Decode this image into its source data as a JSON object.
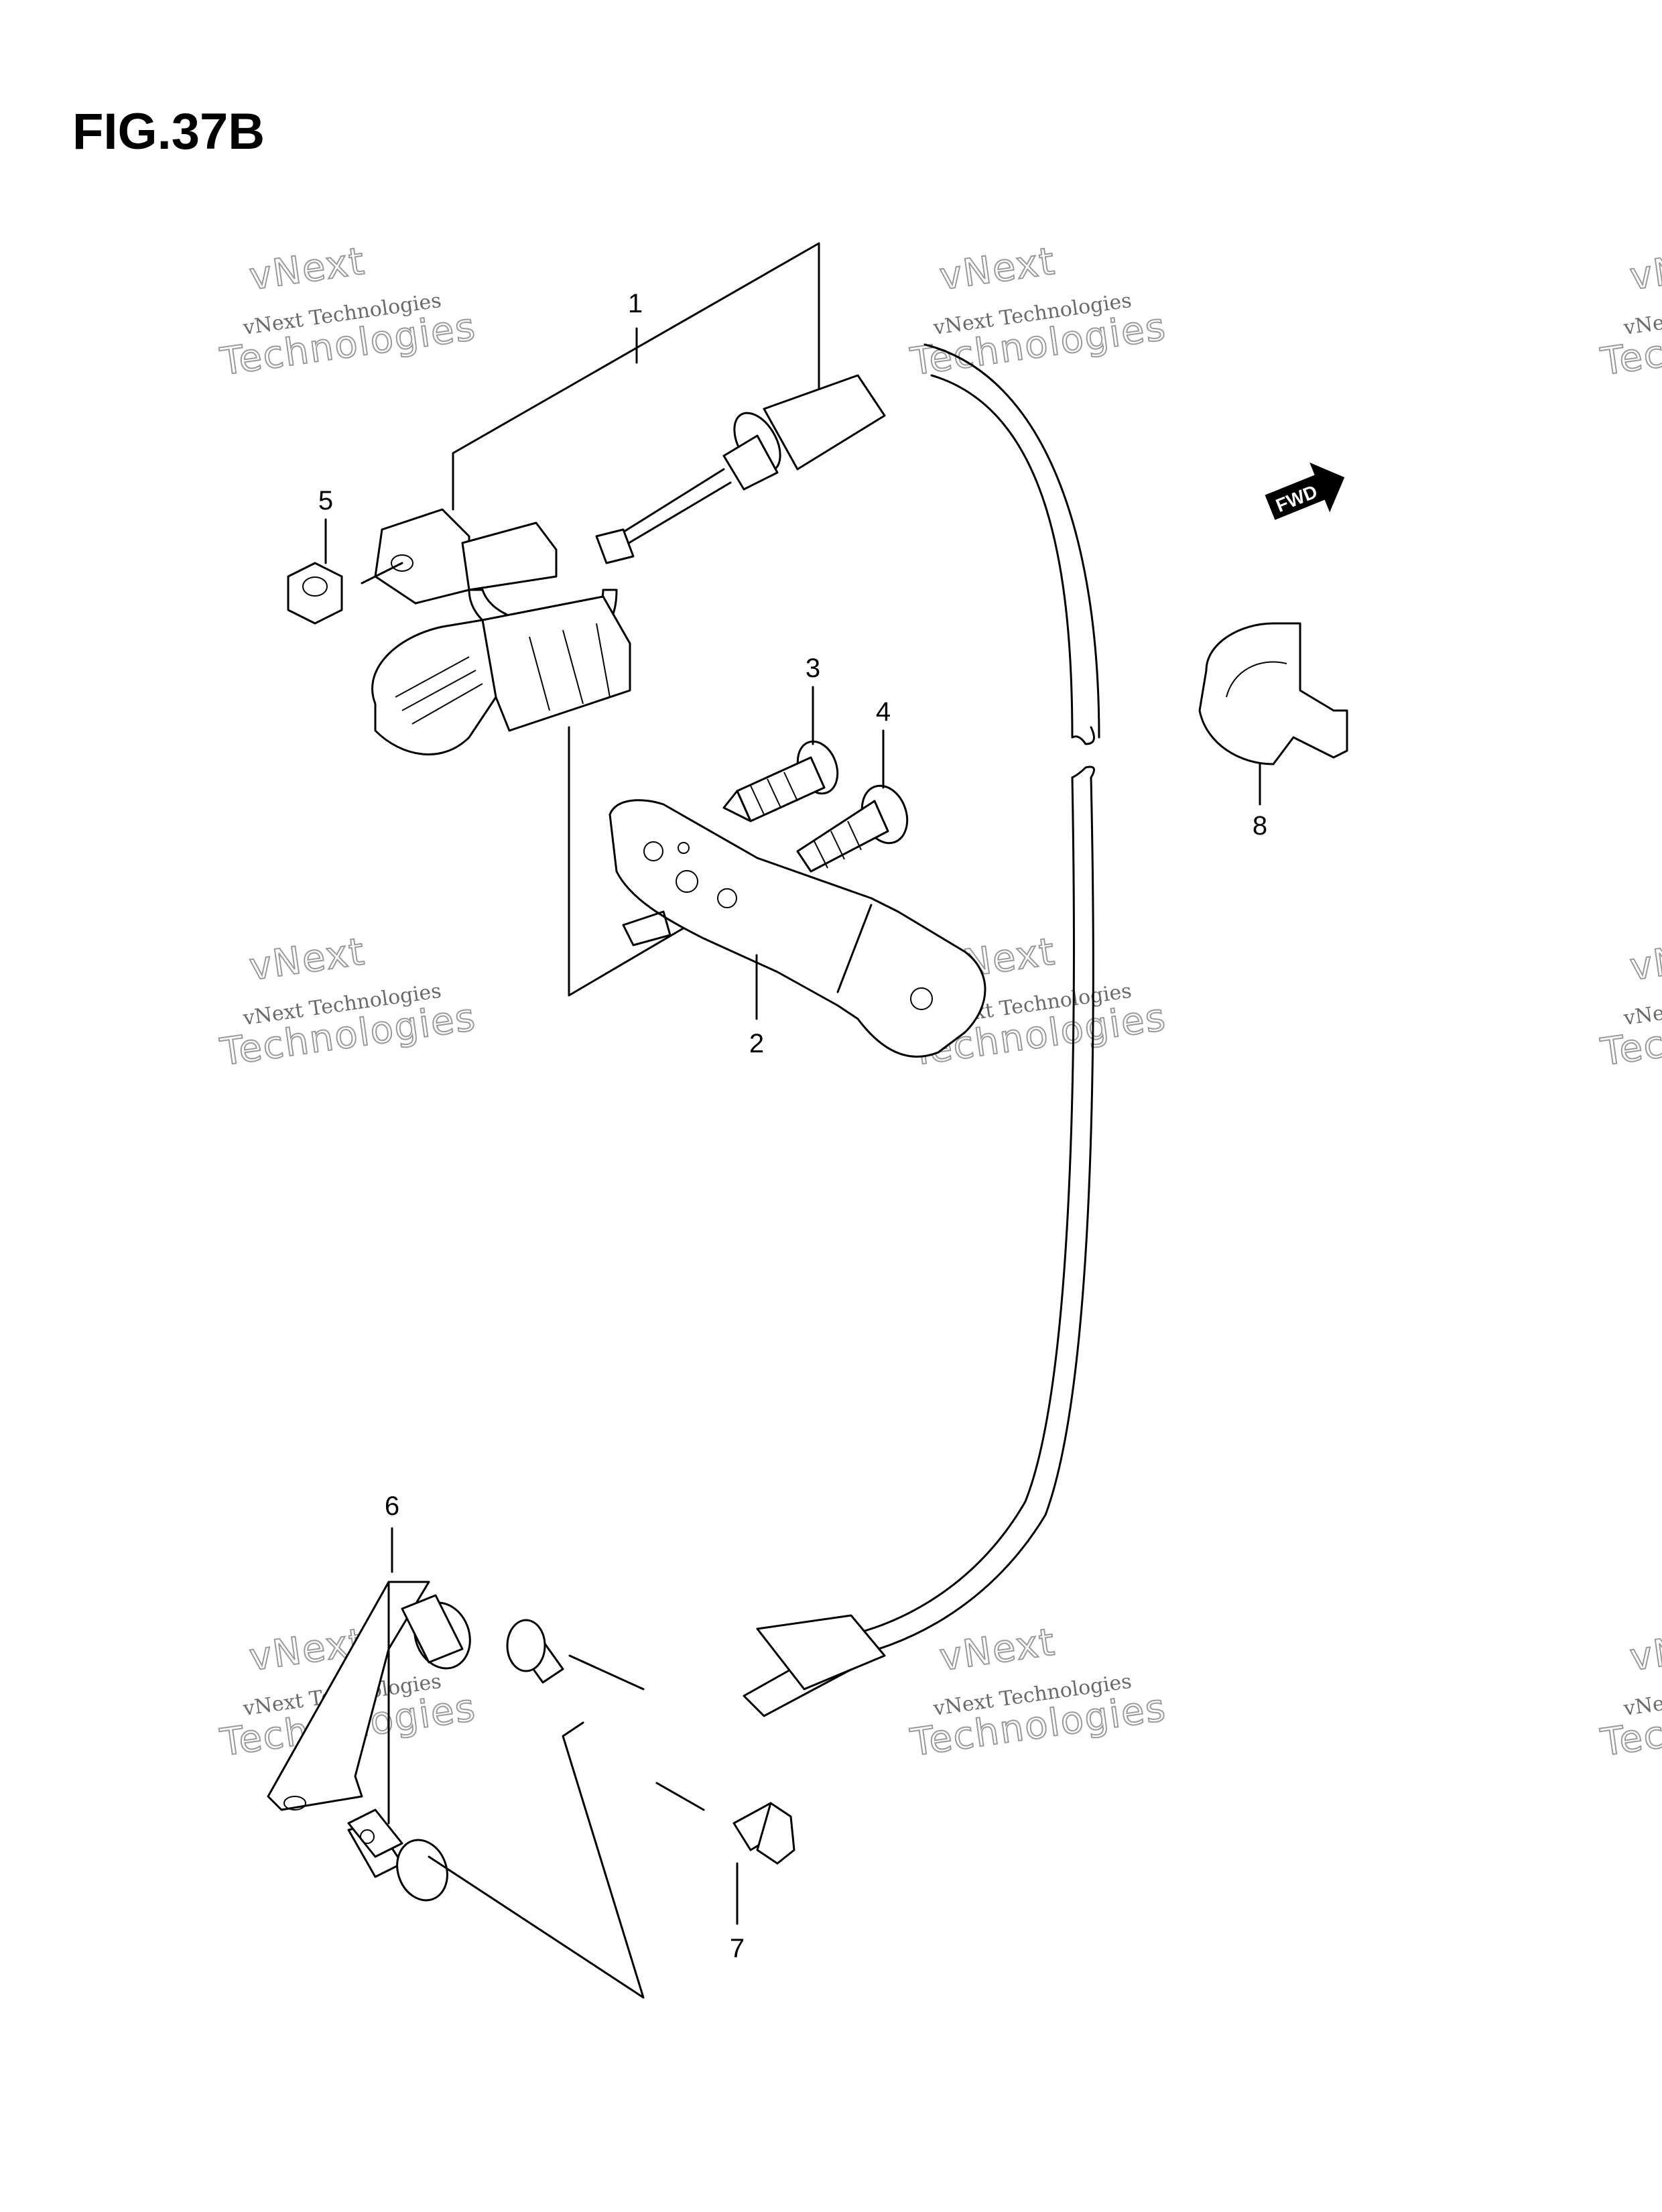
{
  "figure": {
    "title": "FIG.37B"
  },
  "fwd_badge": {
    "label": "FWD"
  },
  "callouts": [
    {
      "id": "1",
      "label": "1"
    },
    {
      "id": "2",
      "label": "2"
    },
    {
      "id": "3",
      "label": "3"
    },
    {
      "id": "4",
      "label": "4"
    },
    {
      "id": "5",
      "label": "5"
    },
    {
      "id": "6",
      "label": "6"
    },
    {
      "id": "7",
      "label": "7"
    },
    {
      "id": "8",
      "label": "8"
    }
  ],
  "watermark": {
    "line1": "vNext",
    "line2": "vNext Technologies",
    "line3": "Technologies"
  },
  "colors": {
    "ink": "#000000",
    "watermark": "#9a9a9a",
    "background": "#ffffff"
  }
}
